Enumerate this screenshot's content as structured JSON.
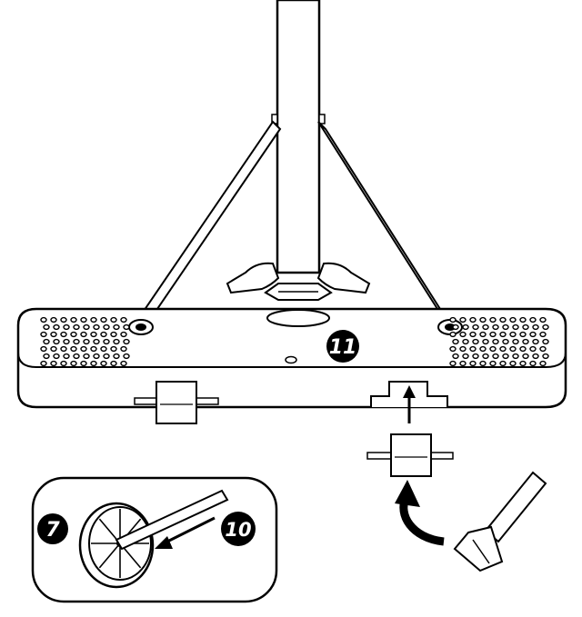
{
  "diagram": {
    "callouts": {
      "part_11": "11",
      "part_7": "7",
      "part_10": "10"
    },
    "colors": {
      "line": "#000000",
      "fill": "#ffffff",
      "callout_bg": "#000000",
      "callout_text": "#ffffff"
    }
  }
}
